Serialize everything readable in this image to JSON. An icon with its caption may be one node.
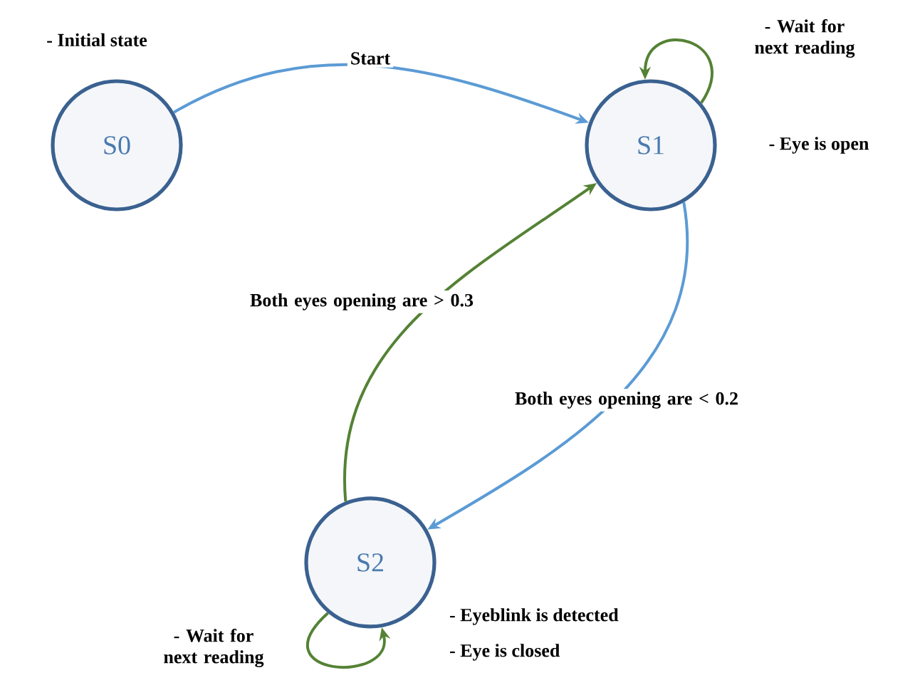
{
  "diagram": {
    "nodes": [
      {
        "text": [
          "S0"
        ],
        "beside": [
          "- Initial state"
        ]
      },
      {
        "text": [
          "S1"
        ],
        "beside": [
          "- Eye is open"
        ]
      },
      {
        "text": [
          "S2"
        ],
        "beside": [
          "- Eyeblink is detected",
          "- Eye is closed"
        ]
      }
    ],
    "edges": [
      {
        "from": 0,
        "to": 1,
        "arrow": "to",
        "label": "Start",
        "color": "#5b9bd5"
      },
      {
        "from": 1,
        "to": 1,
        "arrow": "to",
        "label": "- Wait for next reading",
        "color": "#548235"
      },
      {
        "from": 2,
        "to": 1,
        "arrow": "to",
        "label": "Both eyes opening are > 0.3",
        "color": "#548235"
      },
      {
        "from": 1,
        "to": 2,
        "arrow": "to",
        "label": "Both eyes opening are < 0.2",
        "color": "#5b9bd5"
      },
      {
        "from": 2,
        "to": 2,
        "arrow": "to",
        "label": "- Wait for next reading",
        "color": "#548235"
      }
    ]
  }
}
